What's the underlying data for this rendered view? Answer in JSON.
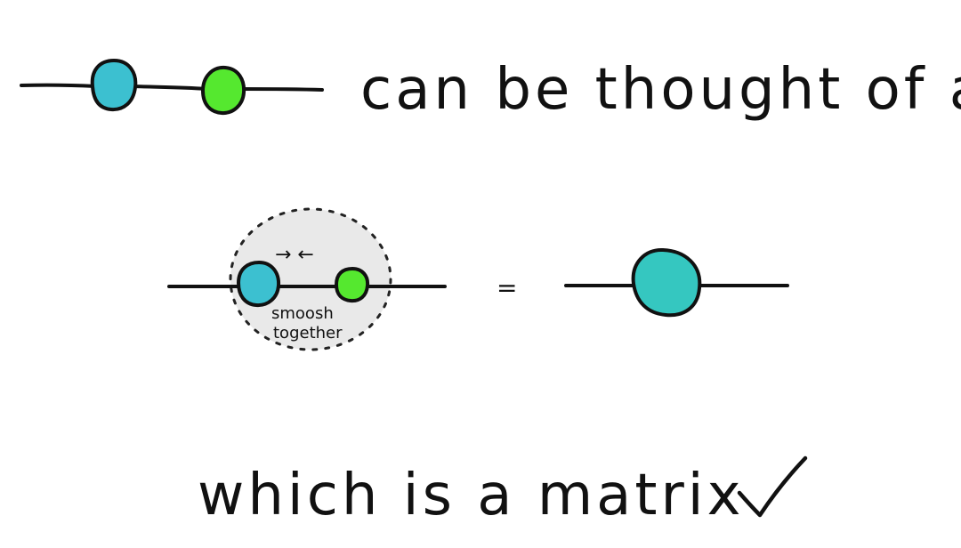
{
  "top_row": {
    "text": "can be thought of as",
    "line_color": "#111111",
    "left_node_color": "#3CC0D0",
    "right_node_color": "#55E82F"
  },
  "middle_row": {
    "arrow_text": "→ ←",
    "smoosh_line1": "smoosh",
    "smoosh_line2": "together",
    "equals": "=",
    "left_node_color": "#3CC0D0",
    "right_node_color": "#55E82F",
    "merged_node_color": "#35C7C0",
    "highlight_color": "#E9E9E9"
  },
  "bottom_row": {
    "text": "which is a matrix",
    "check_icon": "checkmark-icon"
  }
}
